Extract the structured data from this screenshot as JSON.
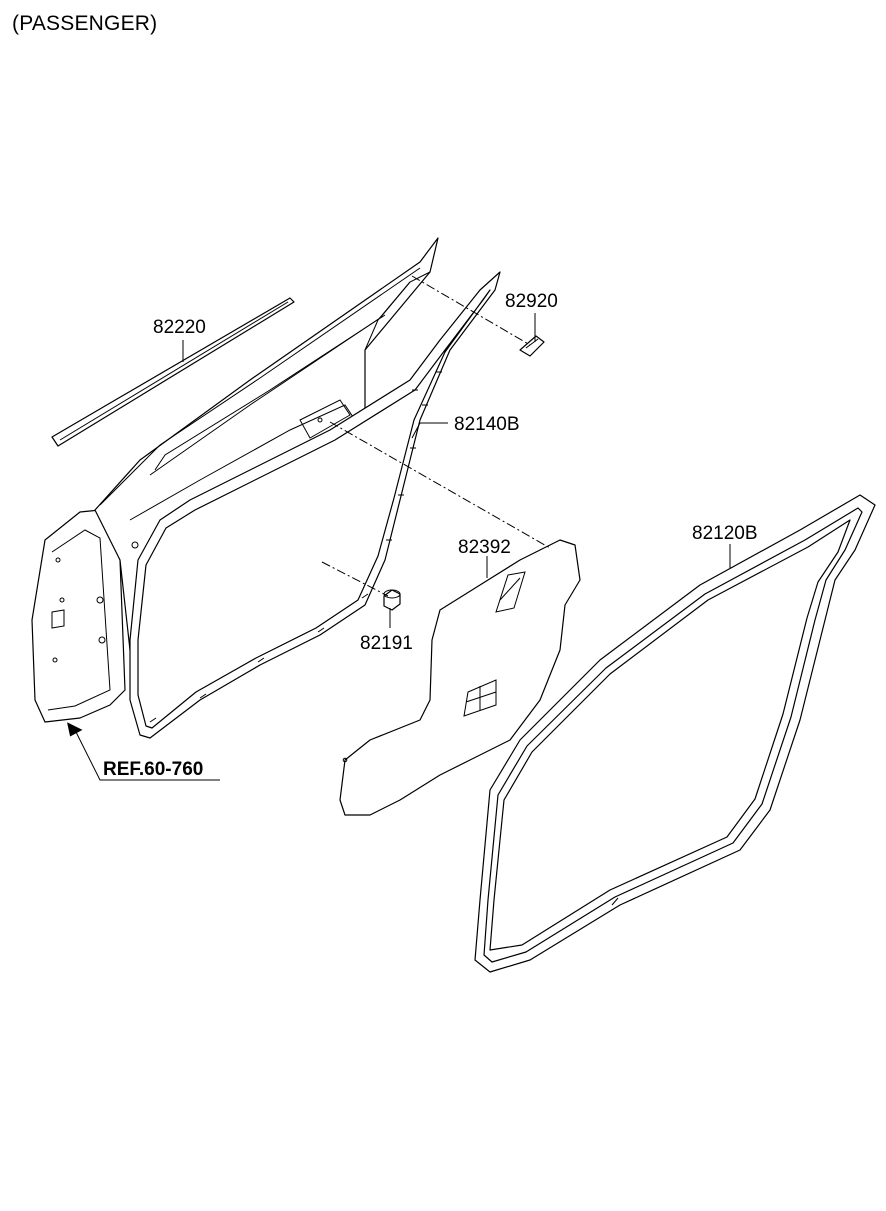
{
  "header": {
    "title": "(PASSENGER)"
  },
  "reference": {
    "label": "REF.60-760"
  },
  "parts": [
    {
      "id": "82220",
      "label": "82220"
    },
    {
      "id": "82920",
      "label": "82920"
    },
    {
      "id": "82140B",
      "label": "82140B"
    },
    {
      "id": "82392",
      "label": "82392"
    },
    {
      "id": "82120B",
      "label": "82120B"
    },
    {
      "id": "82191",
      "label": "82191"
    }
  ]
}
